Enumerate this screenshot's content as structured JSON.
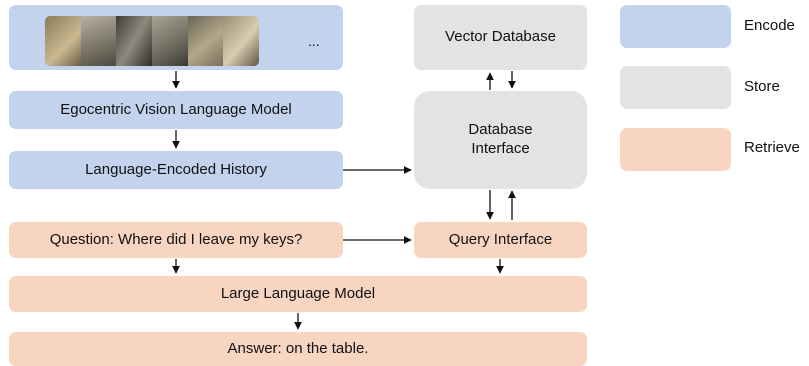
{
  "video_strip": {
    "ellipsis": "..."
  },
  "nodes": {
    "vlm": "Egocentric Vision Language Model",
    "history": "Language-Encoded History",
    "question": "Question: Where did I leave my keys?",
    "query_interface": "Query Interface",
    "llm": "Large Language Model",
    "answer": "Answer: on the table.",
    "vector_db": "Vector Database",
    "db_interface": "Database Interface"
  },
  "legend": {
    "items": [
      {
        "label": "Encode",
        "color": "#c3d3ee"
      },
      {
        "label": "Store",
        "color": "#e3e3e3"
      },
      {
        "label": "Retrieve",
        "color": "#f8d5c1"
      }
    ]
  },
  "frame_colors": [
    "#7b6a4e",
    "#a39c8f",
    "#5c5a50",
    "#8a8678",
    "#6f6a5b",
    "#9c8e74"
  ]
}
